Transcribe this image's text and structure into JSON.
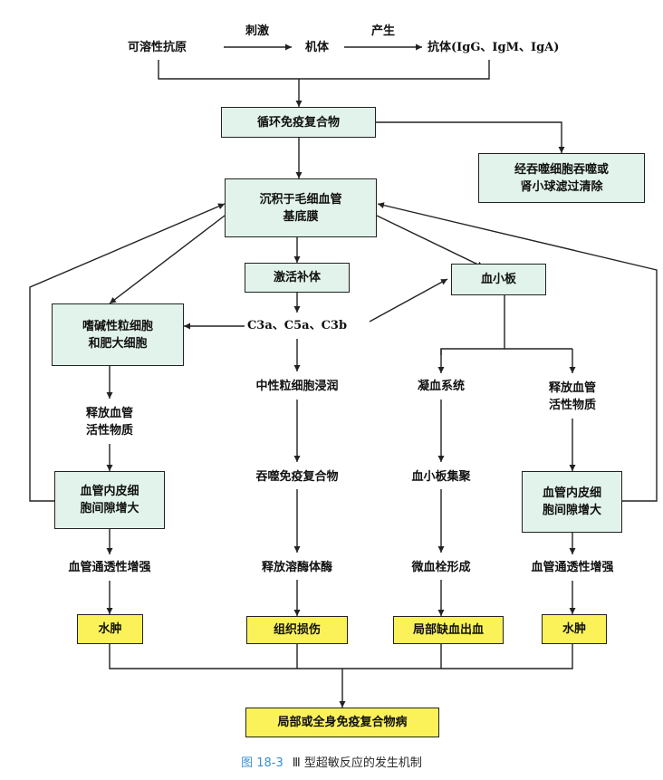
{
  "top": {
    "antigen": "可溶性抗原",
    "stimulate": "刺激",
    "body": "机体",
    "produce": "产生",
    "antibody": "抗体(IgG、IgM、IgA)"
  },
  "boxes": {
    "circulating_complex": "循环免疫复合物",
    "phagocyte_clearance": "经吞噬细胞吞噬或\n肾小球滤过清除",
    "deposit_basement": "沉积于毛细血管\n基底膜",
    "activate_complement": "激活补体",
    "platelet": "血小板",
    "basophil_mast": "嗜碱性粒细胞\n和肥大细胞",
    "endothelial_gap_left": "血管内皮细\n胞间隙增大",
    "endothelial_gap_right": "血管内皮细\n胞间隙增大",
    "edema_left": "水肿",
    "tissue_damage": "组织损伤",
    "ischemia_bleeding": "局部缺血出血",
    "edema_right": "水肿",
    "disease": "局部或全身免疫复合物病"
  },
  "labels": {
    "complement_fragments": "C3a、C5a、C3b",
    "release_vasoactive_left": "释放血管\n活性物质",
    "release_vasoactive_right": "释放血管\n活性物质",
    "neutrophil_infiltration": "中性粒细胞浸润",
    "phagocytose_complex": "吞噬免疫复合物",
    "release_lysosomal": "释放溶酶体酶",
    "coagulation": "凝血系统",
    "platelet_aggregation": "血小板集聚",
    "microthrombus": "微血栓形成",
    "permeability_left": "血管通透性增强",
    "permeability_right": "血管通透性增强"
  },
  "caption": {
    "figure_number": "图 18-3",
    "title": "Ⅲ 型超敏反应的发生机制"
  },
  "colors": {
    "box_green": "#e1f3ea",
    "box_yellow": "#fbf25a",
    "caption_blue": "#3a8fd6"
  }
}
